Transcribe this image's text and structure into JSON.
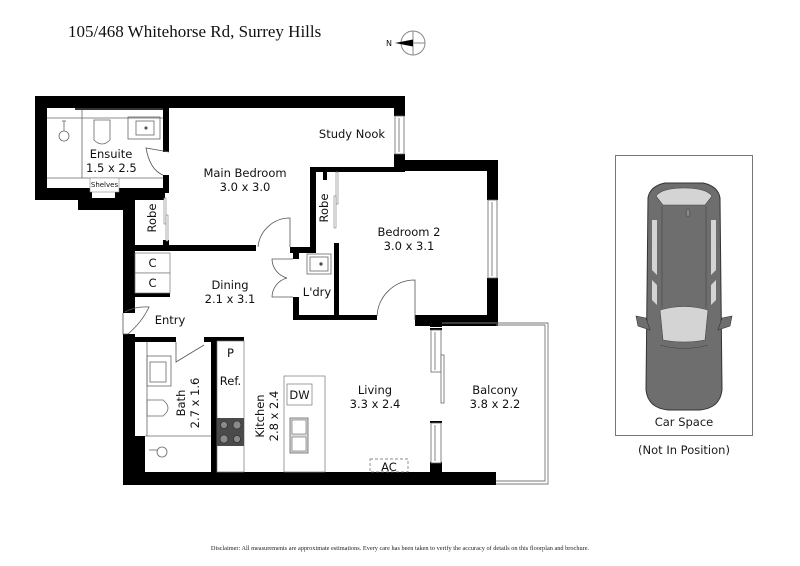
{
  "header": {
    "address": "105/468 Whitehorse Rd, Surrey Hills",
    "compass_label": "N",
    "compass_icon": "north-arrow-icon"
  },
  "rooms": {
    "ensuite": {
      "name": "Ensuite",
      "size": "1.5 x 2.5"
    },
    "shelves": {
      "name": "Shelves"
    },
    "main_bedroom": {
      "name": "Main Bedroom",
      "size": "3.0 x 3.0"
    },
    "study_nook": {
      "name": "Study Nook"
    },
    "robe_main": {
      "name": "Robe"
    },
    "robe_bed2": {
      "name": "Robe"
    },
    "bedroom2": {
      "name": "Bedroom 2",
      "size": "3.0 x 3.1"
    },
    "cupboard1": {
      "name": "C"
    },
    "cupboard2": {
      "name": "C"
    },
    "dining": {
      "name": "Dining",
      "size": "2.1 x 3.1"
    },
    "laundry": {
      "name": "L'dry"
    },
    "entry": {
      "name": "Entry"
    },
    "pantry": {
      "name": "P"
    },
    "fridge": {
      "name": "Ref."
    },
    "bath": {
      "name": "Bath",
      "size": "2.7 x 1.6"
    },
    "kitchen": {
      "name": "Kitchen",
      "size": "2.8 x 2.4"
    },
    "dishwasher": {
      "name": "DW"
    },
    "living": {
      "name": "Living",
      "size": "3.3 x 2.4"
    },
    "aircon": {
      "name": "AC"
    },
    "balcony": {
      "name": "Balcony",
      "size": "3.8 x 2.2"
    }
  },
  "car_space": {
    "label": "Car Space",
    "note": "(Not In Position)"
  },
  "footer": {
    "disclaimer": "Disclaimer: All measurements are approximate estimations. Every care has been taken to verify the accuracy of details on this floorplan and brochure."
  },
  "colors": {
    "wall": "#000000",
    "fixture_stroke": "#666666",
    "car_body": "#6e6e6e",
    "car_glass": "#d4d4d4",
    "cooktop": "#4a4a4a"
  }
}
